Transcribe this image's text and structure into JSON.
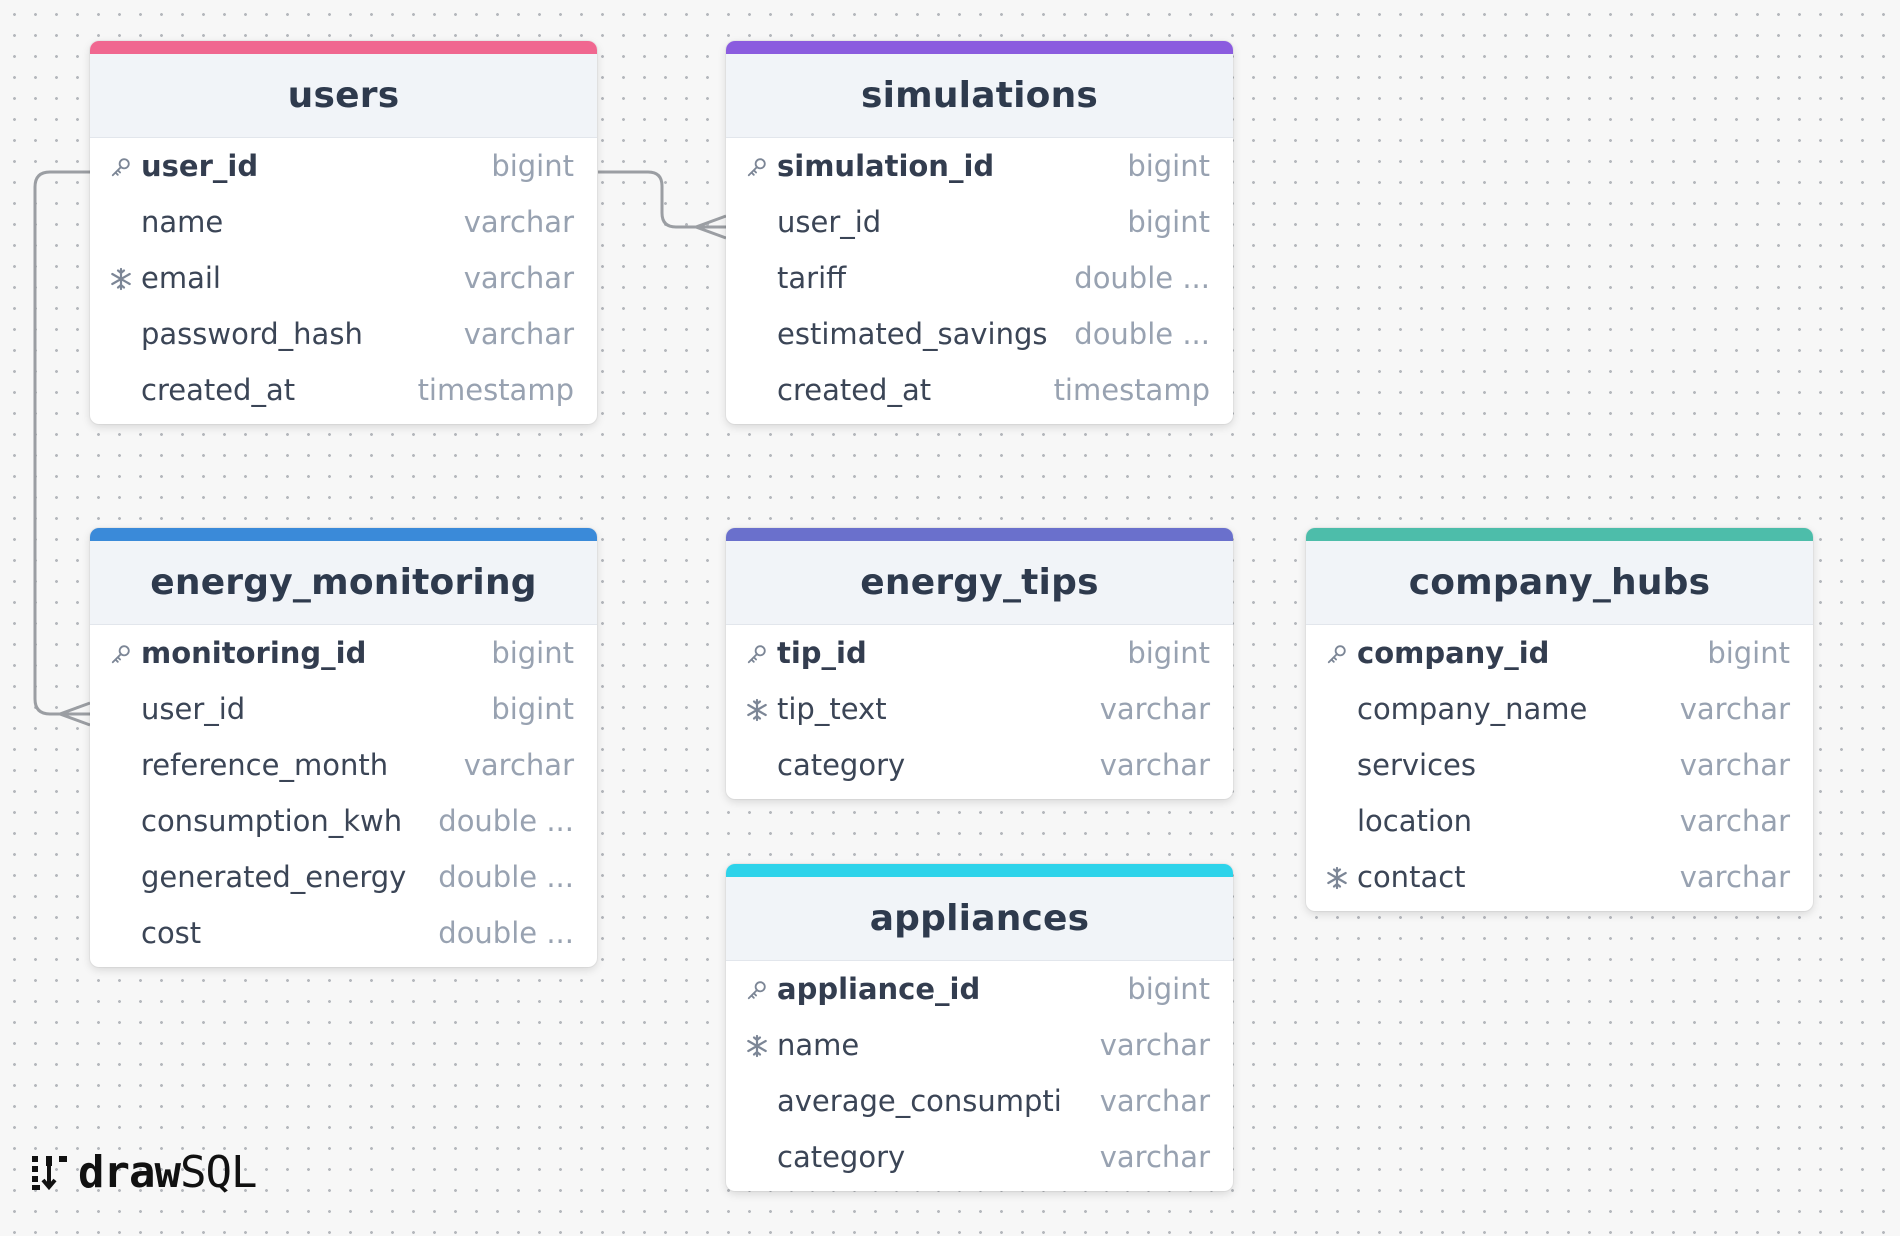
{
  "brand": {
    "draw": "draw",
    "sql": "SQL"
  },
  "colors": {
    "users": "#f06790",
    "simulations": "#8b5cdf",
    "energy_monitoring": "#3a8ad9",
    "energy_tips": "#6a70cc",
    "company_hubs": "#4dbdaa",
    "appliances": "#2dd3ea"
  },
  "relations": [
    {
      "from": "users.user_id",
      "to": "simulations.user_id",
      "cardinality": "one-to-many"
    },
    {
      "from": "users.user_id",
      "to": "energy_monitoring.user_id",
      "cardinality": "one-to-many"
    }
  ],
  "tables": [
    {
      "id": "users",
      "name": "users",
      "columns": [
        {
          "name": "user_id",
          "type": "bigint",
          "icon": "key-icon",
          "pk": true
        },
        {
          "name": "name",
          "type": "varchar"
        },
        {
          "name": "email",
          "type": "varchar",
          "icon": "snowflake-icon"
        },
        {
          "name": "password_hash",
          "type": "varchar"
        },
        {
          "name": "created_at",
          "type": "timestamp"
        }
      ]
    },
    {
      "id": "simulations",
      "name": "simulations",
      "columns": [
        {
          "name": "simulation_id",
          "type": "bigint",
          "icon": "key-icon",
          "pk": true
        },
        {
          "name": "user_id",
          "type": "bigint"
        },
        {
          "name": "tariff",
          "type": "double ..."
        },
        {
          "name": "estimated_savings",
          "type": "double ..."
        },
        {
          "name": "created_at",
          "type": "timestamp"
        }
      ]
    },
    {
      "id": "energy_monitoring",
      "name": "energy_monitoring",
      "columns": [
        {
          "name": "monitoring_id",
          "type": "bigint",
          "icon": "key-icon",
          "pk": true
        },
        {
          "name": "user_id",
          "type": "bigint"
        },
        {
          "name": "reference_month",
          "type": "varchar"
        },
        {
          "name": "consumption_kwh",
          "type": "double ..."
        },
        {
          "name": "generated_energy",
          "type": "double ..."
        },
        {
          "name": "cost",
          "type": "double ..."
        }
      ]
    },
    {
      "id": "energy_tips",
      "name": "energy_tips",
      "columns": [
        {
          "name": "tip_id",
          "type": "bigint",
          "icon": "key-icon",
          "pk": true
        },
        {
          "name": "tip_text",
          "type": "varchar",
          "icon": "snowflake-icon"
        },
        {
          "name": "category",
          "type": "varchar"
        }
      ]
    },
    {
      "id": "company_hubs",
      "name": "company_hubs",
      "columns": [
        {
          "name": "company_id",
          "type": "bigint",
          "icon": "key-icon",
          "pk": true
        },
        {
          "name": "company_name",
          "type": "varchar"
        },
        {
          "name": "services",
          "type": "varchar"
        },
        {
          "name": "location",
          "type": "varchar"
        },
        {
          "name": "contact",
          "type": "varchar",
          "icon": "snowflake-icon"
        }
      ]
    },
    {
      "id": "appliances",
      "name": "appliances",
      "columns": [
        {
          "name": "appliance_id",
          "type": "bigint",
          "icon": "key-icon",
          "pk": true
        },
        {
          "name": "name",
          "type": "varchar",
          "icon": "snowflake-icon"
        },
        {
          "name": "average_consumption",
          "type": "varchar"
        },
        {
          "name": "category",
          "type": "varchar"
        }
      ]
    }
  ]
}
